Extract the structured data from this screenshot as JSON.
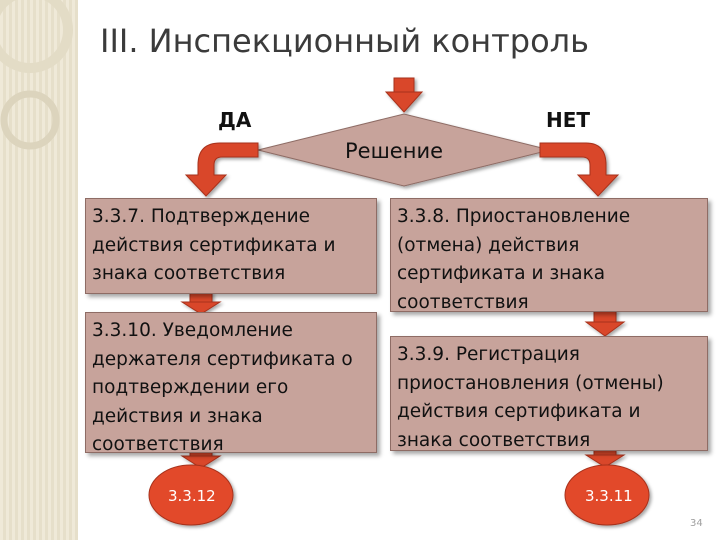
{
  "slide": {
    "title": "III. Инспекционный контроль",
    "page_number": "34"
  },
  "decision": {
    "label": "Решение",
    "yes_label": "ДА",
    "no_label": "НЕТ"
  },
  "yes_branch": {
    "box1_lines": [
      "3.3.7. Подтверждение",
      "действия сертификата и",
      "знака соответствия"
    ],
    "box2_lines": [
      "3.3.10. Уведомление",
      "держателя сертификата о",
      "подтверждении его",
      "действия и знака",
      "соответствия"
    ],
    "end_label": "3.3.12"
  },
  "no_branch": {
    "box1_lines": [
      "3.3.8. Приостановление",
      "(отмена) действия",
      "сертификата и знака",
      "соответствия"
    ],
    "box2_lines": [
      "3.3.9. Регистрация",
      "приостановления (отмены)",
      "действия сертификата и",
      "знака соответствия"
    ],
    "end_label": "3.3.11"
  },
  "colors": {
    "arrow": "#d9472b",
    "arrow_dark": "#a8301a",
    "box_fill": "#c7a39b",
    "decision_fill": "#c7a39b",
    "circle": "#e24a2c"
  }
}
